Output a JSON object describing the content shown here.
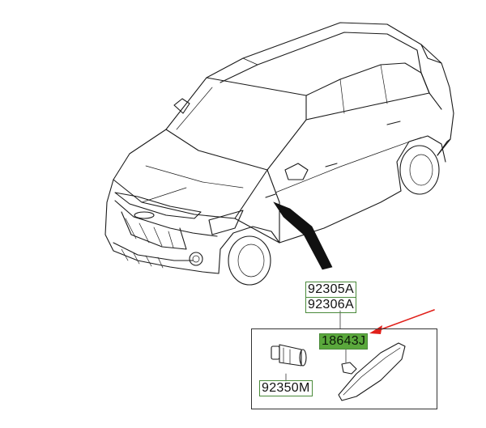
{
  "labels": {
    "assembly_a": "92305A",
    "assembly_b": "92306A",
    "lamp_part": "18643J",
    "socket_part": "92350M"
  },
  "colors": {
    "label_highlight": "#5aa83c",
    "label_border": "#4a8a3a",
    "pointer_arrow": "#e0201a",
    "line_art": "#1a1a1a"
  },
  "icons": {
    "car": "suv-line-drawing",
    "socket": "bulb-socket",
    "lamp": "side-repeater-lamp"
  }
}
